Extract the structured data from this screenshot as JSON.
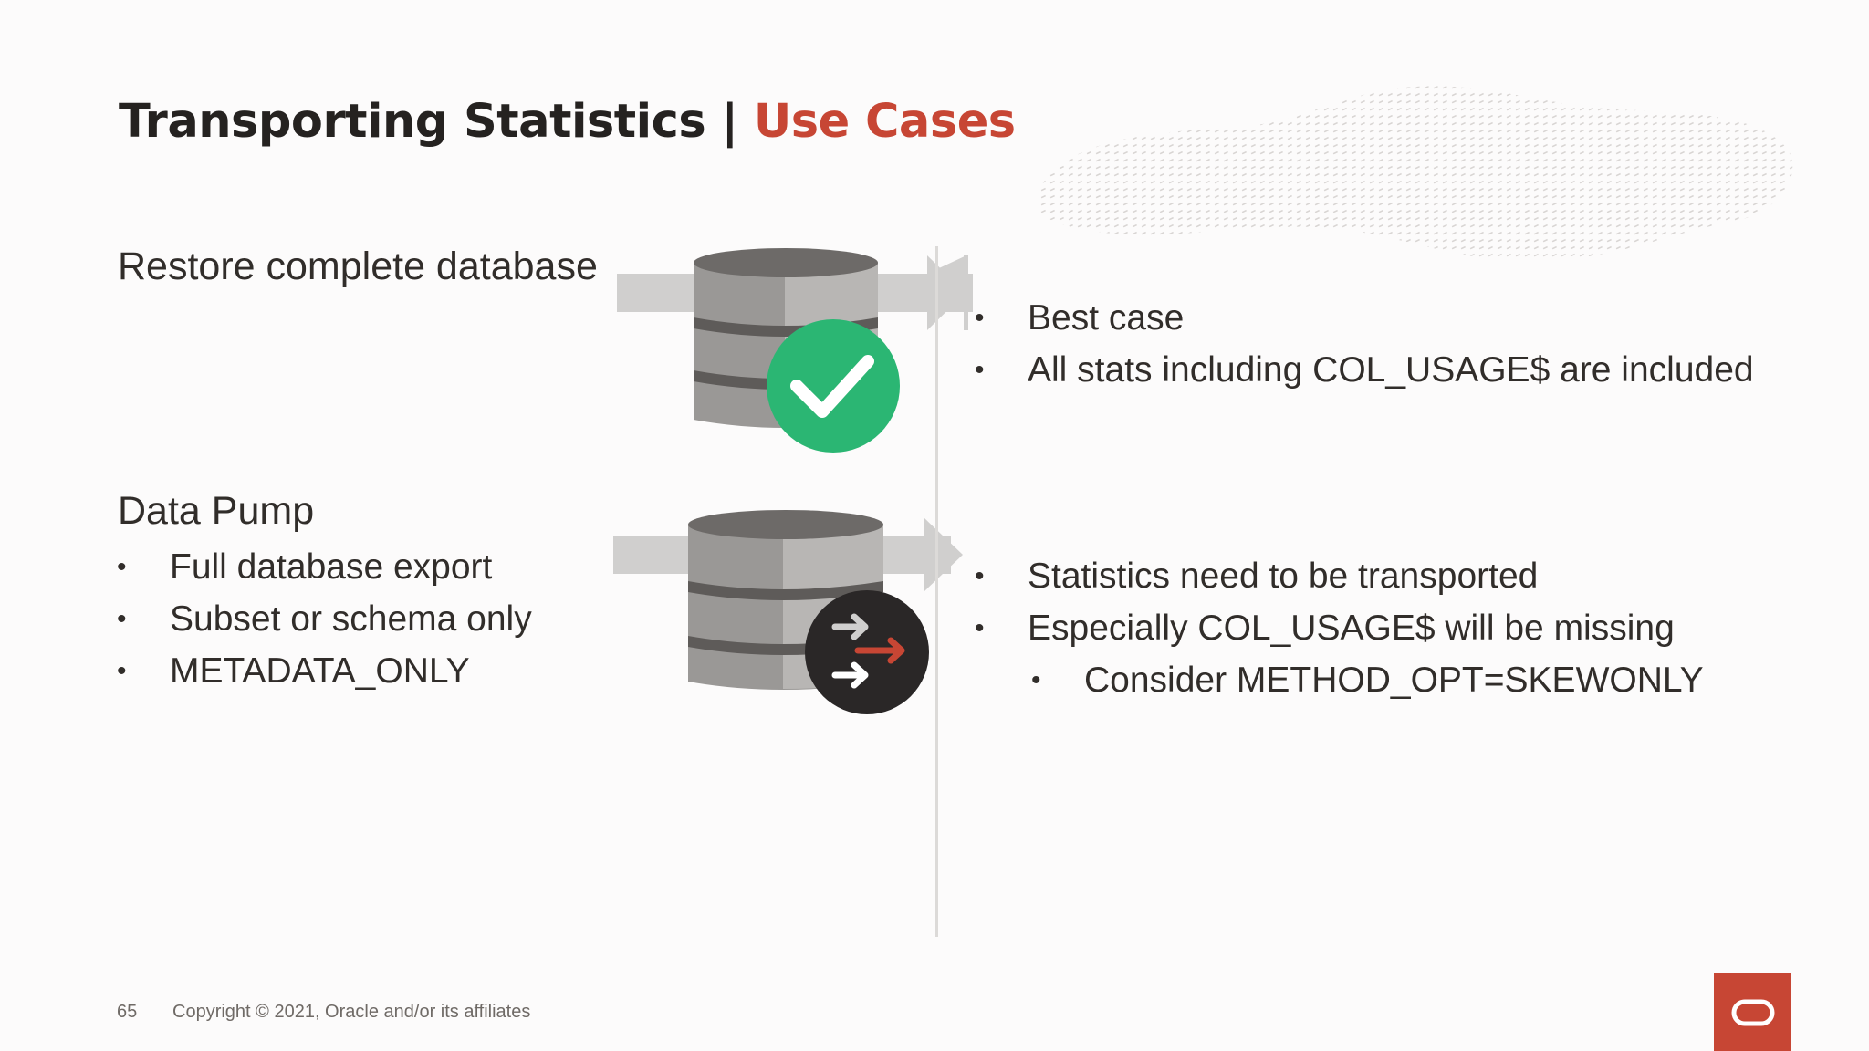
{
  "slide": {
    "title_main": "Transporting Statistics | ",
    "title_accent": "Use Cases",
    "page_number": "65",
    "copyright": "Copyright © 2021, Oracle and/or its affiliates"
  },
  "use_case_1": {
    "heading": "Restore complete database",
    "icon": "database-check-icon",
    "results": [
      "Best case",
      "All stats including COL_USAGE$ are included"
    ]
  },
  "use_case_2": {
    "heading": "Data Pump",
    "options": [
      "Full database export",
      "Subset or schema only",
      "METADATA_ONLY"
    ],
    "icon": "database-transfer-icon",
    "results": [
      "Statistics need to be transported",
      "Especially COL_USAGE$ will be missing"
    ],
    "sub_results": [
      "Consider METHOD_OPT=SKEWONLY"
    ]
  },
  "colors": {
    "accent": "#c74634",
    "check_green": "#2bb673",
    "dark_badge": "#2a2727"
  }
}
